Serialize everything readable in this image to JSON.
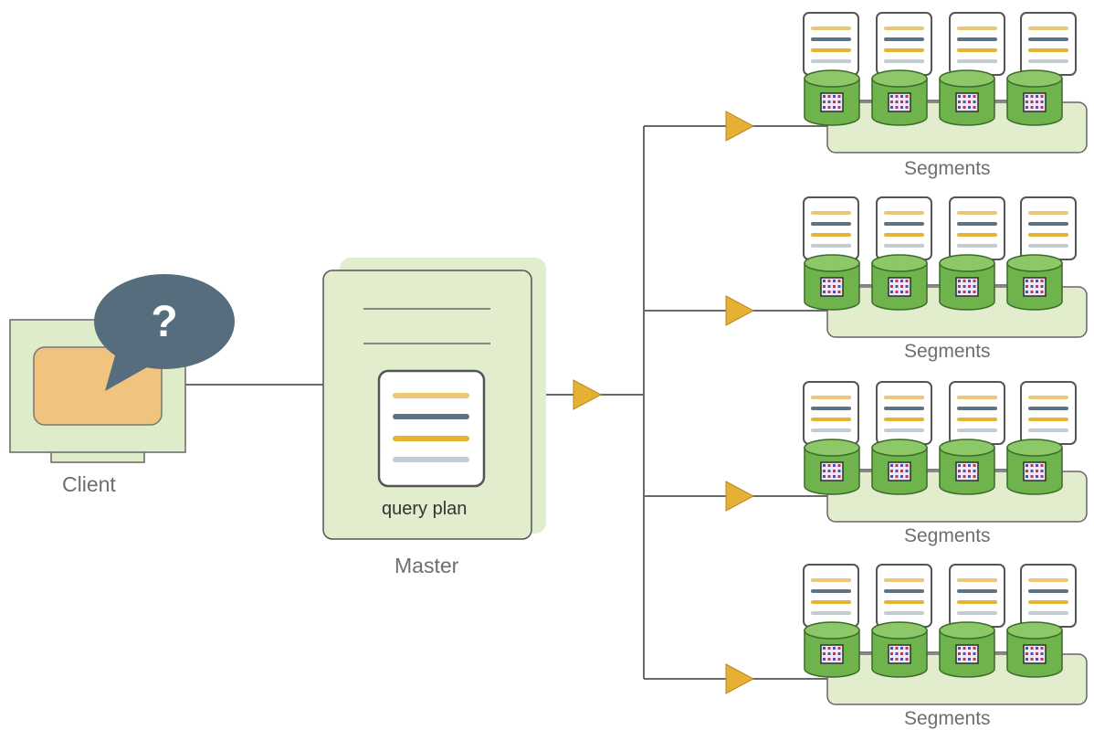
{
  "client": {
    "label": "Client",
    "bubble_text": "?"
  },
  "master": {
    "label": "Master",
    "plan_label": "query plan"
  },
  "segment_groups": [
    {
      "label": "Segments",
      "segment_count": 4
    },
    {
      "label": "Segments",
      "segment_count": 4
    },
    {
      "label": "Segments",
      "segment_count": 4
    },
    {
      "label": "Segments",
      "segment_count": 4
    }
  ],
  "colors": {
    "panel_green": "#e1edcd",
    "panel_border": "#555555",
    "screen_orange": "#f0c47f",
    "bubble_slate": "#566d7e",
    "arrow_gold": "#e6b035",
    "disk_green": "#6fb34d",
    "line_yellow": "#edc778",
    "line_slate": "#5d7384",
    "line_gold": "#e7b333",
    "line_grey": "#c3ccd3"
  },
  "icons": [
    "monitor-icon",
    "speech-bubble-icon",
    "document-icon",
    "database-icon",
    "arrow-triangle-icon"
  ]
}
